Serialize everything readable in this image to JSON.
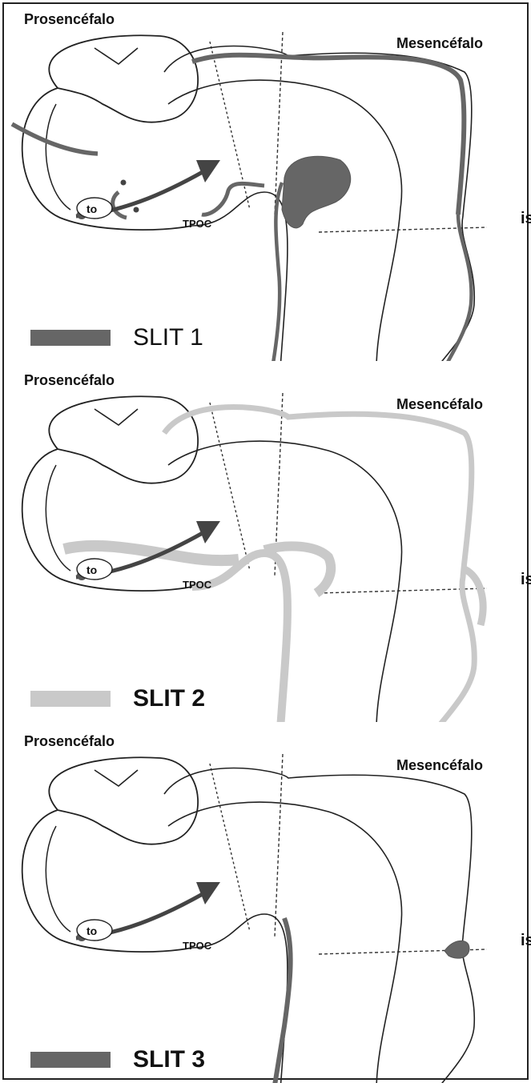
{
  "labels": {
    "prosencephalon": "Prosencéfalo",
    "mesencephalon": "Mesencéfalo",
    "isthmus": "is",
    "tpoc": "TPOC",
    "to": "to"
  },
  "panels": [
    {
      "legend": "SLIT 1",
      "expression_color": "#666666"
    },
    {
      "legend": "SLIT 2",
      "expression_color": "#c9c9c9"
    },
    {
      "legend": "SLIT 3",
      "expression_color": "#666666"
    }
  ]
}
